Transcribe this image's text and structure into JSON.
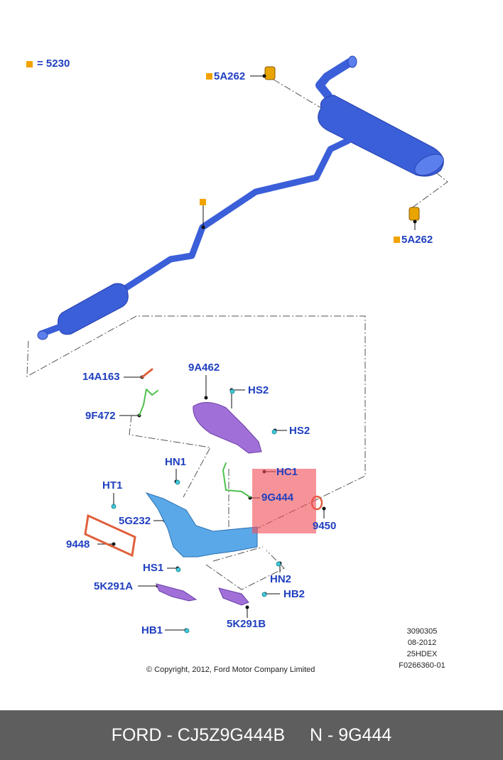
{
  "legend": {
    "text": "= 5230",
    "swatch_color": "#f2a300"
  },
  "labels": {
    "l_5a262_top": "5A262",
    "l_5a262_right": "5A262",
    "l_14a163": "14A163",
    "l_9f472": "9F472",
    "l_9a462": "9A462",
    "l_hs2_a": "HS2",
    "l_hs2_b": "HS2",
    "l_hn1": "HN1",
    "l_hc1": "HC1",
    "l_ht1": "HT1",
    "l_9g444": "9G444",
    "l_9450": "9450",
    "l_5g232": "5G232",
    "l_9448": "9448",
    "l_hs1": "HS1",
    "l_5k291a": "5K291A",
    "l_hn2": "HN2",
    "l_hb2": "HB2",
    "l_hb1": "HB1",
    "l_5k291b": "5K291B"
  },
  "meta": {
    "line1": "3090305",
    "line2": "08-2012",
    "line3": "25HDEX",
    "line4": "F0266360-01"
  },
  "copyright": "© Copyright, 2012, Ford Motor Company Limited",
  "footer": "FORD - CJ5Z9G444B     N - 9G444",
  "colors": {
    "label": "#1f3fbf",
    "exhaust_blue": "#3b5fd9",
    "heat_shield": "#a070d8",
    "gasket": "#e0603c",
    "highlight": "#f0505a",
    "footer_bg": "#5e5e5e"
  }
}
